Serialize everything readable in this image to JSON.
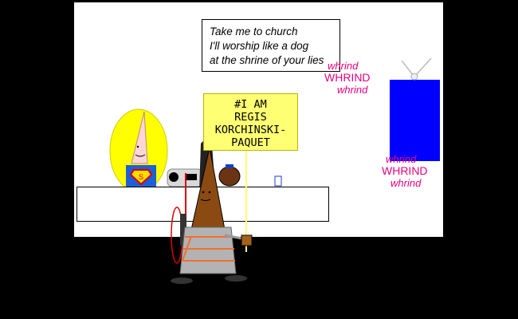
{
  "speech_bubble": {
    "lines": [
      "Take me to church",
      "I'll worship like a dog",
      "at the shrine of your lies"
    ]
  },
  "sign": {
    "lines": [
      "#I AM",
      "REGIS",
      "KORCHINSKI-",
      "PAQUET"
    ]
  },
  "sound_effect_top": {
    "lines": [
      "whrind",
      "WHRIND",
      "whrind"
    ]
  },
  "sound_effect_bottom": {
    "lines": [
      "whrind",
      "WHRIND",
      "whrind"
    ]
  },
  "colors": {
    "background": "#000000",
    "panel": "#ffffff",
    "sign": "#ffff73",
    "tv_screen": "#0000ff",
    "sound_effect": "#e6007e",
    "hair": "#ffff00"
  },
  "icons": [
    "superman-shield-icon",
    "tv-antenna-icon",
    "radio-icon",
    "pot-icon",
    "cup-icon"
  ]
}
